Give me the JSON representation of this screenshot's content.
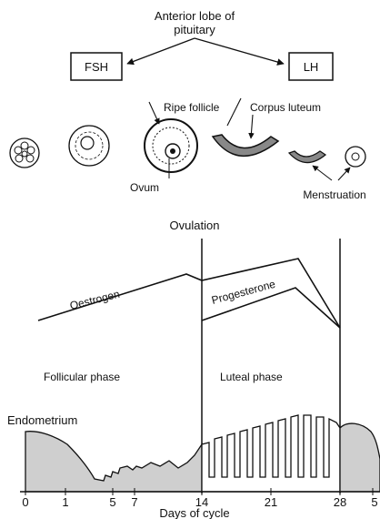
{
  "header": {
    "title_line1": "Anterior lobe of",
    "title_line2": "pituitary",
    "fsh_label": "FSH",
    "lh_label": "LH"
  },
  "follicles": {
    "ripe_follicle": "Ripe follicle",
    "corpus_luteum": "Corpus luteum",
    "ovum": "Ovum",
    "menstruation": "Menstruation"
  },
  "hormones": {
    "ovulation": "Ovulation",
    "oestrogen": "Oestrogen",
    "progesterone": "Progesterone"
  },
  "phases": {
    "follicular": "Follicular phase",
    "luteal": "Luteal  phase"
  },
  "endometrium_label": "Endometrium",
  "axis": {
    "title": "Days of cycle",
    "ticks": [
      "0",
      "1",
      "5",
      "7",
      "14",
      "21",
      "28",
      "5"
    ]
  },
  "colors": {
    "ink": "#111111",
    "background": "#ffffff"
  }
}
